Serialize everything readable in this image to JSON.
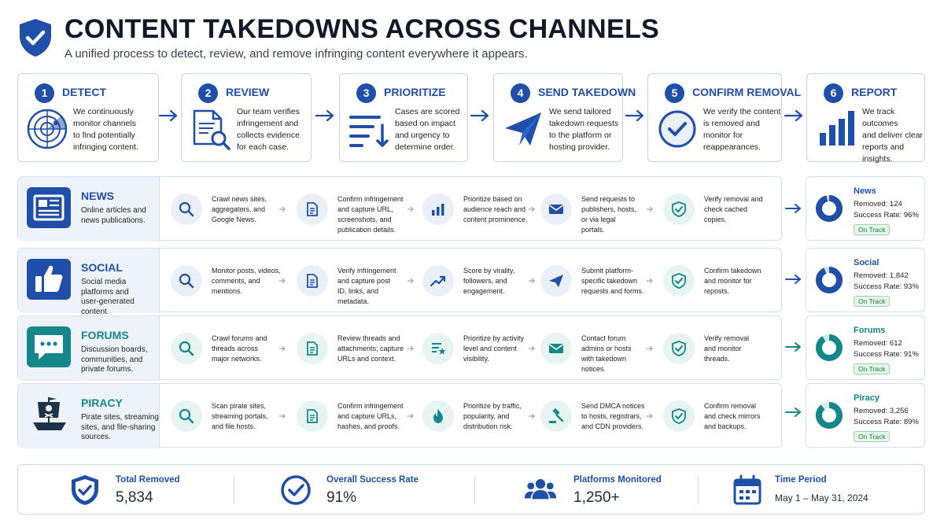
{
  "header": {
    "title": "CONTENT TAKEDOWNS ACROSS CHANNELS",
    "subtitle": "A unified process to detect, review, and remove infringing content everywhere it appears."
  },
  "steps": [
    {
      "num": "1",
      "title": "DETECT",
      "desc": "We continuously\nmonitor channels\nto find potentially\ninfringing content.",
      "icon": "radar-icon"
    },
    {
      "num": "2",
      "title": "REVIEW",
      "desc": "Our team verifies\ninfringement and\ncollects evidence\nfor each case.",
      "icon": "document-search-icon"
    },
    {
      "num": "3",
      "title": "PRIORITIZE",
      "desc": "Cases are scored\nbased on impact\nand urgency to\ndetermine order.",
      "icon": "priority-lines-icon"
    },
    {
      "num": "4",
      "title": "SEND TAKEDOWN",
      "desc": "We send tailored\ntakedown requests\nto the platform or\nhosting provider.",
      "icon": "paper-plane-icon"
    },
    {
      "num": "5",
      "title": "CONFIRM REMOVAL",
      "desc": "We verify the content\nis removed and\nmonitor for\nreappearances.",
      "icon": "check-circle-icon"
    },
    {
      "num": "6",
      "title": "REPORT",
      "desc": "We track outcomes\nand deliver clear\nreports and\ninsights.",
      "icon": "bar-chart-icon"
    }
  ],
  "channels": [
    {
      "name": "NEWS",
      "desc": "Online articles and\nnews publications.",
      "color": "#1f4fa8",
      "icon": "newspaper-icon",
      "cells": [
        {
          "icon": "search-icon",
          "text": "Crawl news sites,\naggregators, and\nGoogle News."
        },
        {
          "icon": "document-icon",
          "text": "Confirm infringement\nand capture URL,\nscreenshots, and\npublication details."
        },
        {
          "icon": "bar-chart-icon",
          "text": "Prioritize based on\naudience reach and\ncontent prominence."
        },
        {
          "icon": "mail-icon",
          "text": "Send requests to\npublishers, hosts,\nor via legal\nportals."
        },
        {
          "icon": "shield-check-icon",
          "text": "Verify removal and\ncheck cached\ncopies."
        }
      ],
      "report": {
        "name": "News",
        "removed": "Removed: 124",
        "rate": "Success Rate: 96%",
        "status": "On Track",
        "rate_value": 96
      }
    },
    {
      "name": "SOCIAL",
      "desc": "Social media\nplatforms and\nuser-generated\ncontent.",
      "color": "#1f4fa8",
      "icon": "thumbs-up-icon",
      "cells": [
        {
          "icon": "search-icon",
          "text": "Monitor posts, videos,\ncomments, and\nmentions."
        },
        {
          "icon": "document-icon",
          "text": "Verify infringement\nand capture post\nID, links, and\nmetadata."
        },
        {
          "icon": "trend-up-icon",
          "text": "Score by virality,\nfollowers, and\nengagement."
        },
        {
          "icon": "paper-plane-icon",
          "text": "Submit platform-\nspecific takedown\nrequests and forms."
        },
        {
          "icon": "shield-check-icon",
          "text": "Confirm takedown\nand monitor for\nreposts."
        }
      ],
      "report": {
        "name": "Social",
        "removed": "Removed: 1,842",
        "rate": "Success Rate: 93%",
        "status": "On Track",
        "rate_value": 93
      }
    },
    {
      "name": "FORUMS",
      "desc": "Discussion boards,\ncommunities, and\nprivate forums.",
      "color": "#15868a",
      "icon": "chat-bubble-icon",
      "cells": [
        {
          "icon": "search-icon",
          "text": "Crawl forums and\nthreads across\nmajor networks."
        },
        {
          "icon": "document-icon",
          "text": "Review threads and\nattachments; capture\nURLs and context."
        },
        {
          "icon": "priority-star-icon",
          "text": "Prioritize by activity\nlevel and content\nvisibility."
        },
        {
          "icon": "mail-icon",
          "text": "Contact forum\nadmins or hosts\nwith takedown\nnotices."
        },
        {
          "icon": "shield-check-icon",
          "text": "Verify removal\nand monitor\nthreads."
        }
      ],
      "report": {
        "name": "Forums",
        "removed": "Removed: 612",
        "rate": "Success Rate: 91%",
        "status": "On Track",
        "rate_value": 91
      }
    },
    {
      "name": "PIRACY",
      "desc": "Pirate sites, streaming\nsites, and file-sharing\nsources.",
      "color": "#15868a",
      "icon": "pirate-ship-icon",
      "cells": [
        {
          "icon": "search-icon",
          "text": "Scan pirate sites,\nstreaming portals,\nand file hosts."
        },
        {
          "icon": "document-icon",
          "text": "Confirm infringement\nand capture URLs,\nhashes, and proofs."
        },
        {
          "icon": "flame-icon",
          "text": "Prioritize by traffic,\npopularity, and\ndistribution risk."
        },
        {
          "icon": "gavel-icon",
          "text": "Send DMCA notices\nto hosts, registrars,\nand CDN providers."
        },
        {
          "icon": "shield-check-icon",
          "text": "Confirm removal\nand check mirrors\nand backups."
        }
      ],
      "report": {
        "name": "Piracy",
        "removed": "Removed: 3,256",
        "rate": "Success Rate: 89%",
        "status": "On Track",
        "rate_value": 89
      }
    }
  ],
  "stats": [
    {
      "label": "Total Removed",
      "value": "5,834",
      "icon": "shield-check-icon"
    },
    {
      "label": "Overall Success Rate",
      "value": "91%",
      "icon": "check-circle-icon"
    },
    {
      "label": "Platforms Monitored",
      "value": "1,250+",
      "icon": "users-icon"
    },
    {
      "label": "Time Period",
      "value": "May 1 – May 31, 2024",
      "icon": "calendar-icon"
    }
  ],
  "colors": {
    "primary": "#1f4fa8",
    "teal": "#15868a",
    "success": "#1b7a34"
  }
}
